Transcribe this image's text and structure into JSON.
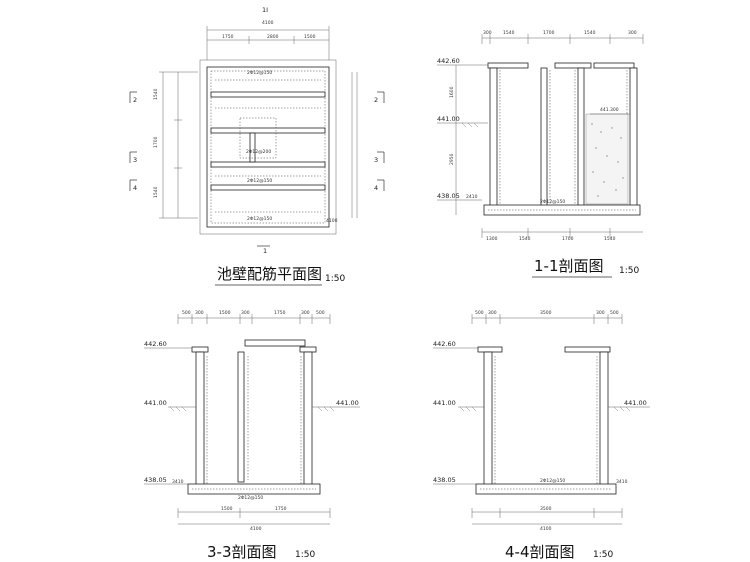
{
  "plan": {
    "title": "池壁配筋平面图",
    "scale": "1:50",
    "section_marks": {
      "top": "1I",
      "bottom": "1",
      "left": [
        "2",
        "3",
        "4"
      ],
      "right": [
        "2",
        "3",
        "4"
      ]
    },
    "top_dims": [
      "1750",
      "2800",
      "1500"
    ],
    "overall_width": "4100",
    "left_dims": [
      "1540",
      "1700",
      "1540"
    ],
    "bar_labels": [
      "2Φ12@150",
      "2Φ12@200",
      "2Φ12@150",
      "2Φ12@150"
    ],
    "corner_label": "4100"
  },
  "section_11": {
    "title": "1-1剖面图",
    "scale": "1:50",
    "elevations": [
      "442.60",
      "441.00",
      "438.05"
    ],
    "water_level": "441.300",
    "top_dims": [
      "300",
      "1540",
      "1700",
      "1540",
      "300"
    ],
    "bottom_dims": [
      "1300",
      "1540",
      "1700",
      "1540"
    ],
    "slab_label": "2Φ12@150",
    "left_dims": [
      "1600",
      "2950",
      "2410"
    ]
  },
  "section_33": {
    "title": "3-3剖面图",
    "scale": "1:50",
    "elevations": [
      "442.60",
      "441.00",
      "438.05"
    ],
    "right_elevation": "441.00",
    "top_dims": [
      "500",
      "300",
      "1500",
      "300",
      "1750",
      "300",
      "500"
    ],
    "bottom_dims": [
      "1500",
      "1750"
    ],
    "overall": "4100",
    "slab_label": "2Φ12@150",
    "base_label": "3410"
  },
  "section_44": {
    "title": "4-4剖面图",
    "scale": "1:50",
    "elevations": [
      "442.60",
      "441.00",
      "438.05"
    ],
    "right_elevation": "441.00",
    "top_dims": [
      "500",
      "300",
      "3500",
      "300",
      "500"
    ],
    "bottom_dims": [
      "3500"
    ],
    "overall": "4100",
    "slab_label": "2Φ12@150",
    "base_label": "3410"
  }
}
